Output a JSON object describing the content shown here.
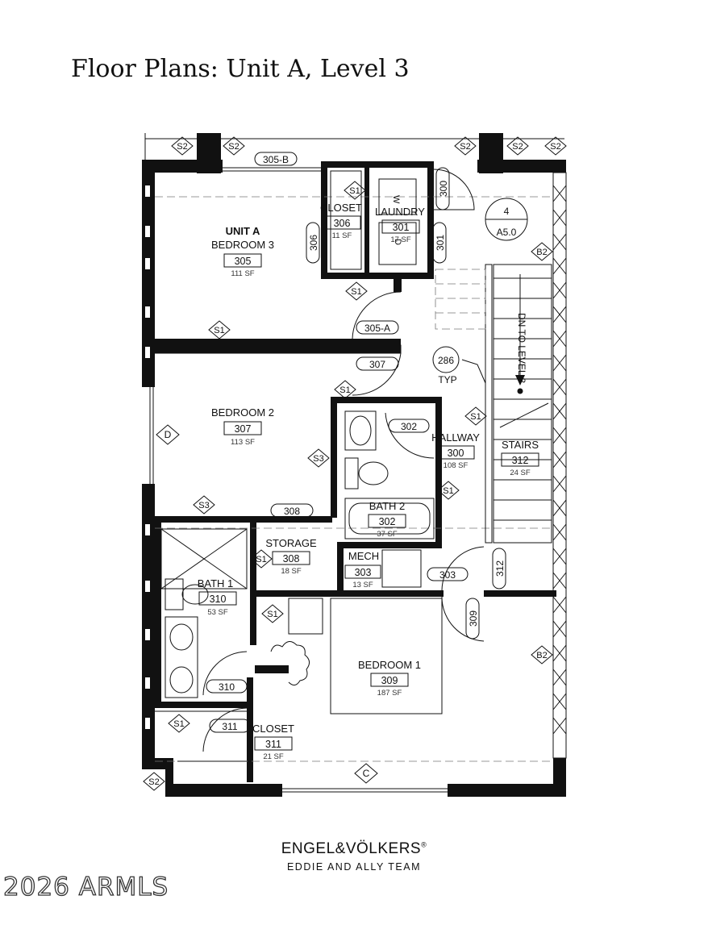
{
  "title": "Floor Plans: Unit A, Level 3",
  "rooms": {
    "bedroom3": {
      "unit": "UNIT A",
      "name": "BEDROOM 3",
      "num": "305",
      "sf": "111 SF"
    },
    "closet306": {
      "name": "CLOSET",
      "num": "306",
      "sf": "11 SF"
    },
    "laundry": {
      "name": "LAUNDRY",
      "num": "301",
      "sf": "17 SF"
    },
    "bedroom2": {
      "name": "BEDROOM 2",
      "num": "307",
      "sf": "113 SF"
    },
    "hallway": {
      "name": "HALLWAY",
      "num": "300",
      "sf": "108 SF"
    },
    "stairs": {
      "name": "STAIRS",
      "num": "312",
      "sf": "24 SF"
    },
    "bath2": {
      "name": "BATH 2",
      "num": "302",
      "sf": "37 SF"
    },
    "storage": {
      "name": "STORAGE",
      "num": "308",
      "sf": "18 SF"
    },
    "mech": {
      "name": "MECH",
      "num": "303",
      "sf": "13 SF"
    },
    "bath1": {
      "name": "BATH 1",
      "num": "310",
      "sf": "53 SF"
    },
    "bedroom1": {
      "name": "BEDROOM 1",
      "num": "309",
      "sf": "187 SF"
    },
    "closet311": {
      "name": "CLOSET",
      "num": "311",
      "sf": "21 SF"
    }
  },
  "door_tags": {
    "d305b": "305-B",
    "d300": "300",
    "d306": "306",
    "d301": "301",
    "d305a": "305-A",
    "d307": "307",
    "d302": "302",
    "d308": "308",
    "d303": "303",
    "d312": "312",
    "d309": "309",
    "d310": "310",
    "d311": "311"
  },
  "wall_tags": {
    "s1": "S1",
    "s2": "S2",
    "s3": "S3",
    "b2": "B2",
    "d": "D",
    "c": "C"
  },
  "section_marker": {
    "num": "4",
    "sheet": "A5.0"
  },
  "note": {
    "num": "286",
    "label": "TYP"
  },
  "stair_note": "DN TO LEVEL 3",
  "washer_label": "W",
  "dryer_label": "D",
  "logo": {
    "main": "ENGEL&VÖLKERS",
    "mark": "®",
    "sub": "EDDIE AND ALLY TEAM"
  },
  "copyright": "2026 ARMLS"
}
